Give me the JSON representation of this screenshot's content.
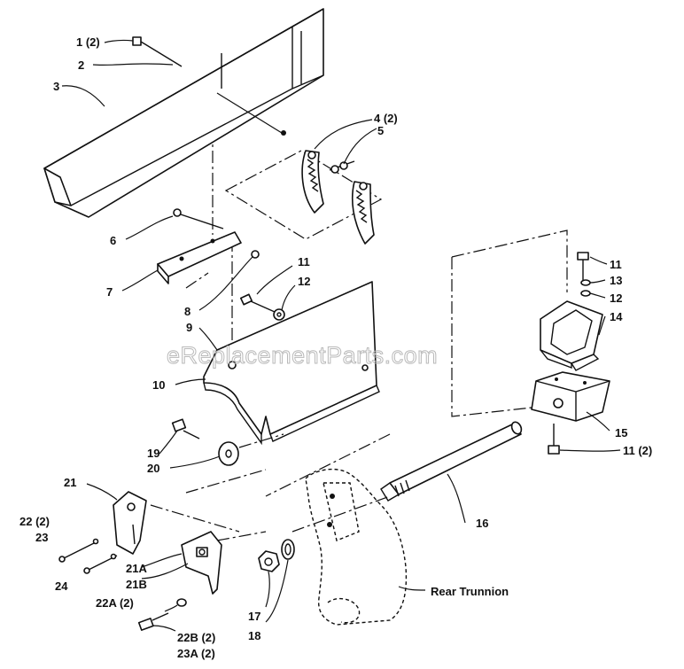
{
  "watermark": "eReplacementParts.com",
  "callouts": {
    "c1": "1 (2)",
    "c2": "2",
    "c3": "3",
    "c4": "4 (2)",
    "c5": "5",
    "c6": "6",
    "c7": "7",
    "c8": "8",
    "c9": "9",
    "c10": "10",
    "c11a": "11",
    "c12a": "12",
    "c11b": "11",
    "c13": "13",
    "c12b": "12",
    "c14": "14",
    "c15": "15",
    "c11c": "11 (2)",
    "c16": "16",
    "c17": "17",
    "c18": "18",
    "c19": "19",
    "c20": "20",
    "c21": "21",
    "c21a": "21A",
    "c21b": "21B",
    "c22": "22 (2)",
    "c23": "23",
    "c24": "24",
    "c22a": "22A (2)",
    "c22b": "22B (2)",
    "c23a": "23A (2)",
    "rear": "Rear Trunnion"
  }
}
